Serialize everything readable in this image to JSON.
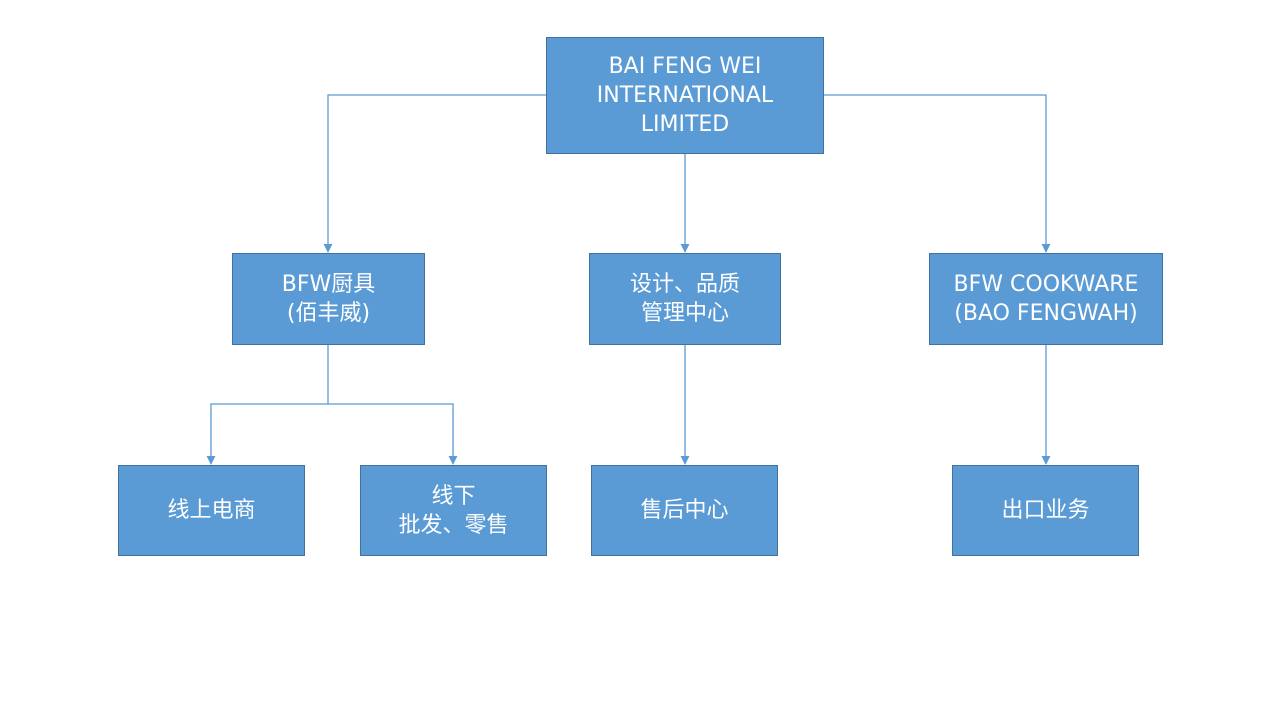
{
  "diagram": {
    "root": {
      "lines": [
        "BAI FENG WEI",
        "INTERNATIONAL",
        "LIMITED"
      ]
    },
    "kitchenware": {
      "lines": [
        "BFW厨具",
        "(佰丰威)"
      ]
    },
    "design_quality": {
      "lines": [
        "设计、品质",
        "管理中心"
      ]
    },
    "cookware": {
      "lines": [
        "BFW COOKWARE",
        "(BAO FENGWAH)"
      ]
    },
    "online_ecommerce": {
      "lines": [
        "线上电商"
      ]
    },
    "offline_sales": {
      "lines": [
        "线下",
        "批发、零售"
      ]
    },
    "after_sales": {
      "lines": [
        "售后中心"
      ]
    },
    "export_business": {
      "lines": [
        "出口业务"
      ]
    }
  },
  "colors": {
    "box_fill": "#5b9bd5",
    "box_border": "#41719c",
    "connector": "#5b9bd5",
    "text": "#ffffff"
  }
}
